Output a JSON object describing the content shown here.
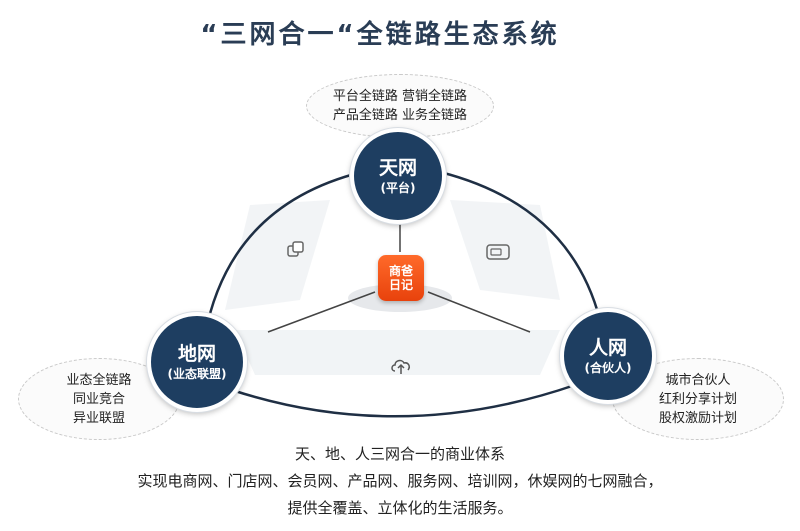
{
  "title": "“三网合一“全链路生态系统",
  "top_bubble": {
    "line1": "平台全链路 营销全链路",
    "line2": "产品全链路 业务全链路"
  },
  "left_bubble": {
    "line1": "业态全链路",
    "line2": "同业竞合",
    "line3": "异业联盟"
  },
  "right_bubble": {
    "line1": "城市合伙人",
    "line2": "红利分享计划",
    "line3": "股权激励计划"
  },
  "nodes": {
    "sky": {
      "name": "天网",
      "sub": "(平台)"
    },
    "earth": {
      "name": "地网",
      "sub": "(业态联盟)"
    },
    "human": {
      "name": "人网",
      "sub": "(合伙人)"
    }
  },
  "logo": {
    "line1": "商爸",
    "line2": "日记"
  },
  "icons": [
    "copy-icon",
    "card-icon",
    "upload-cloud-icon"
  ],
  "bottom_text": {
    "line1": "天、地、人三网合一的商业体系",
    "line2": "实现电商网、门店网、会员网、产品网、服务网、培训网，休娱网的七网融合，",
    "line3": "提供全覆盖、立体化的生活服务。"
  },
  "colors": {
    "node": "#1e3e61",
    "logo": "#f15a22",
    "title": "#2a3d55",
    "line": "#1f2f44"
  }
}
